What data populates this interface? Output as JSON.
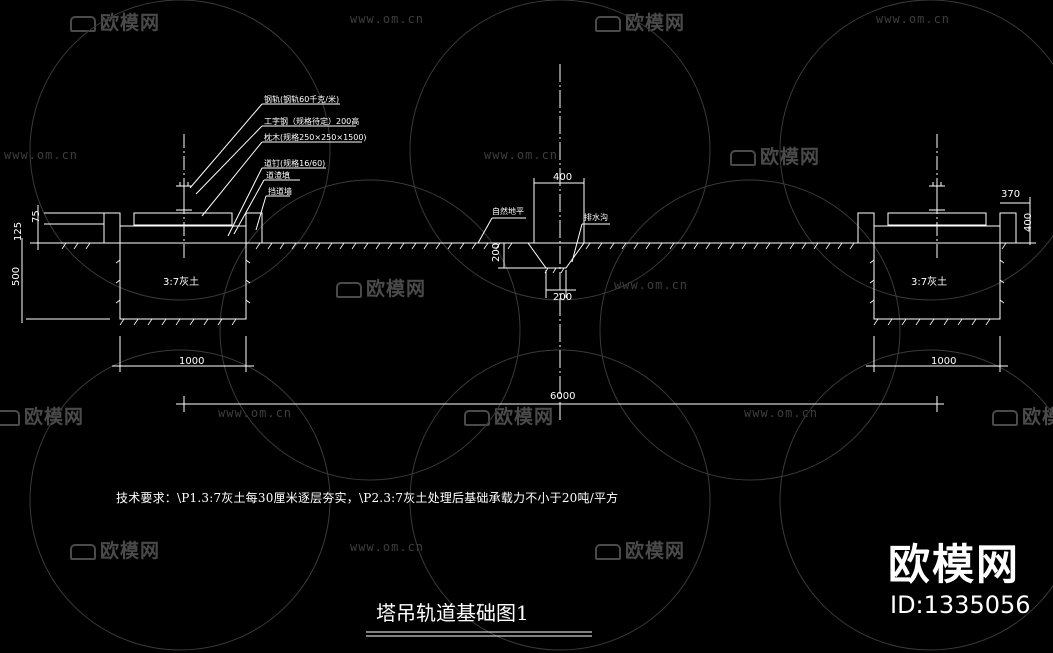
{
  "watermark": {
    "brand": "欧模网",
    "url": "www.om.cn"
  },
  "labels": {
    "rail": "钢轨(钢轨60千克/米)",
    "i_beam": "工字钢（规格待定）200高",
    "sleeper": "枕木(规格250×250×1500)",
    "bolt": "道钉(规格16/60)",
    "ballast": "道渣填",
    "curb": "挡道墙",
    "natural_ground": "自然地平",
    "drain_ditch": "排水沟",
    "soil_left": "3:7灰土",
    "soil_right": "3:7灰土"
  },
  "dimensions": {
    "ditch_top": "400",
    "ditch_depth": "200",
    "ditch_bottom": "200",
    "left_125": "125",
    "left_75": "75",
    "left_500": "500",
    "right_370": "370",
    "right_400": "400",
    "left_width": "1000",
    "right_width": "1000",
    "overall": "6000"
  },
  "tech_note": "技术要求：\\P1.3:7灰土每30厘米逐层夯实，\\P2.3:7灰土处理后基础承载力不小于20吨/平方",
  "title": "塔吊轨道基础图1",
  "brand_overlay": {
    "name": "欧模网",
    "id": "ID:1335056"
  },
  "colors": {
    "background": "#000000",
    "lines": "#ffffff",
    "watermark": "#4a4a4a"
  }
}
